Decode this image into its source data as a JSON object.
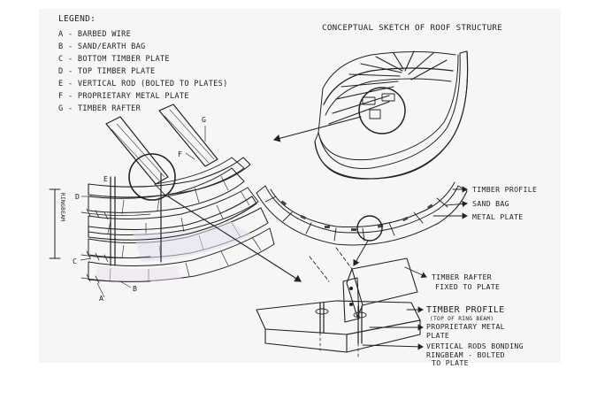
{
  "legend": {
    "title": "LEGEND:",
    "items": [
      "A - BARBED WIRE",
      "B - SAND/EARTH BAG",
      "C - BOTTOM TIMBER PLATE",
      "D - TOP TIMBER PLATE",
      "E - VERTICAL ROD (BOLTED TO PLATES)",
      "F - PROPRIETARY METAL PLATE",
      "G - TIMBER RAFTER"
    ]
  },
  "title": "CONCEPTUAL SKETCH OF ROOF STRUCTURE",
  "wall_labels": {
    "A": "A",
    "B": "B",
    "C": "C",
    "D": "D",
    "E": "E",
    "F": "F",
    "G": "G",
    "ringbeam": "RINGBEAM"
  },
  "plan_callouts": [
    "TIMBER PROFILE",
    "SAND BAG",
    "METAL PLATE"
  ],
  "detail_callouts": {
    "rafter": "TIMBER RAFTER",
    "rafter_sub": "FIXED TO PLATE",
    "profile": "TIMBER PROFILE",
    "profile_sub": "(TOP OF RING BEAM)",
    "plate_1": "PROPRIETARY METAL",
    "plate_2": "PLATE",
    "rods_1": "VERTICAL RODS BONDING",
    "rods_2": "RINGBEAM - BOLTED",
    "rods_3": "TO PLATE"
  }
}
